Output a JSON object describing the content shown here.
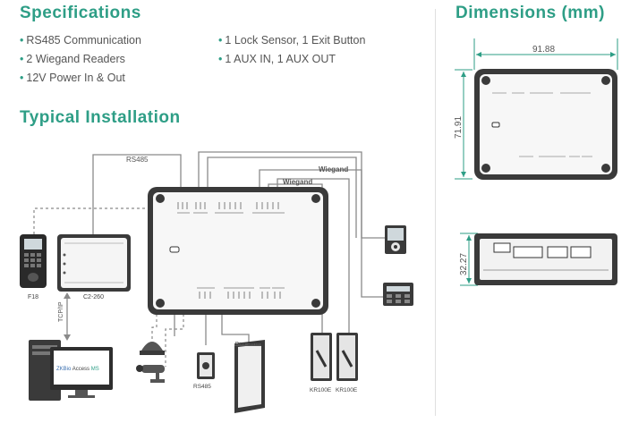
{
  "specs": {
    "title": "Specifications",
    "col1": [
      "RS485 Communication",
      "2 Wiegand Readers",
      "12V Power In & Out"
    ],
    "col2": [
      "1 Lock Sensor, 1 Exit Button",
      "1 AUX IN, 1 AUX OUT"
    ],
    "bullet": "•"
  },
  "install": {
    "title": "Typical Installation",
    "labels": {
      "rs485_top": "RS485",
      "wiegand_1": "Wiegand",
      "wiegand_2": "Wiegand",
      "f18": "F18",
      "c2_260": "C2-260",
      "tcpip": "TCP/IP",
      "zkbio_brand": "ZKBio",
      "zkbio_product": "Access",
      "zkbio_suffix": "MS",
      "rs485_bottom": "RS485",
      "door_sensor": "Door Sensor",
      "kr100e_1": "KR100E",
      "kr100e_2": "KR100E"
    }
  },
  "dimensions": {
    "title": "Dimensions (mm)",
    "width": "91.88",
    "height": "71.91",
    "depth": "32.27"
  },
  "colors": {
    "accent": "#2e9e86",
    "board": "#3a3a3a",
    "line": "#888888"
  }
}
